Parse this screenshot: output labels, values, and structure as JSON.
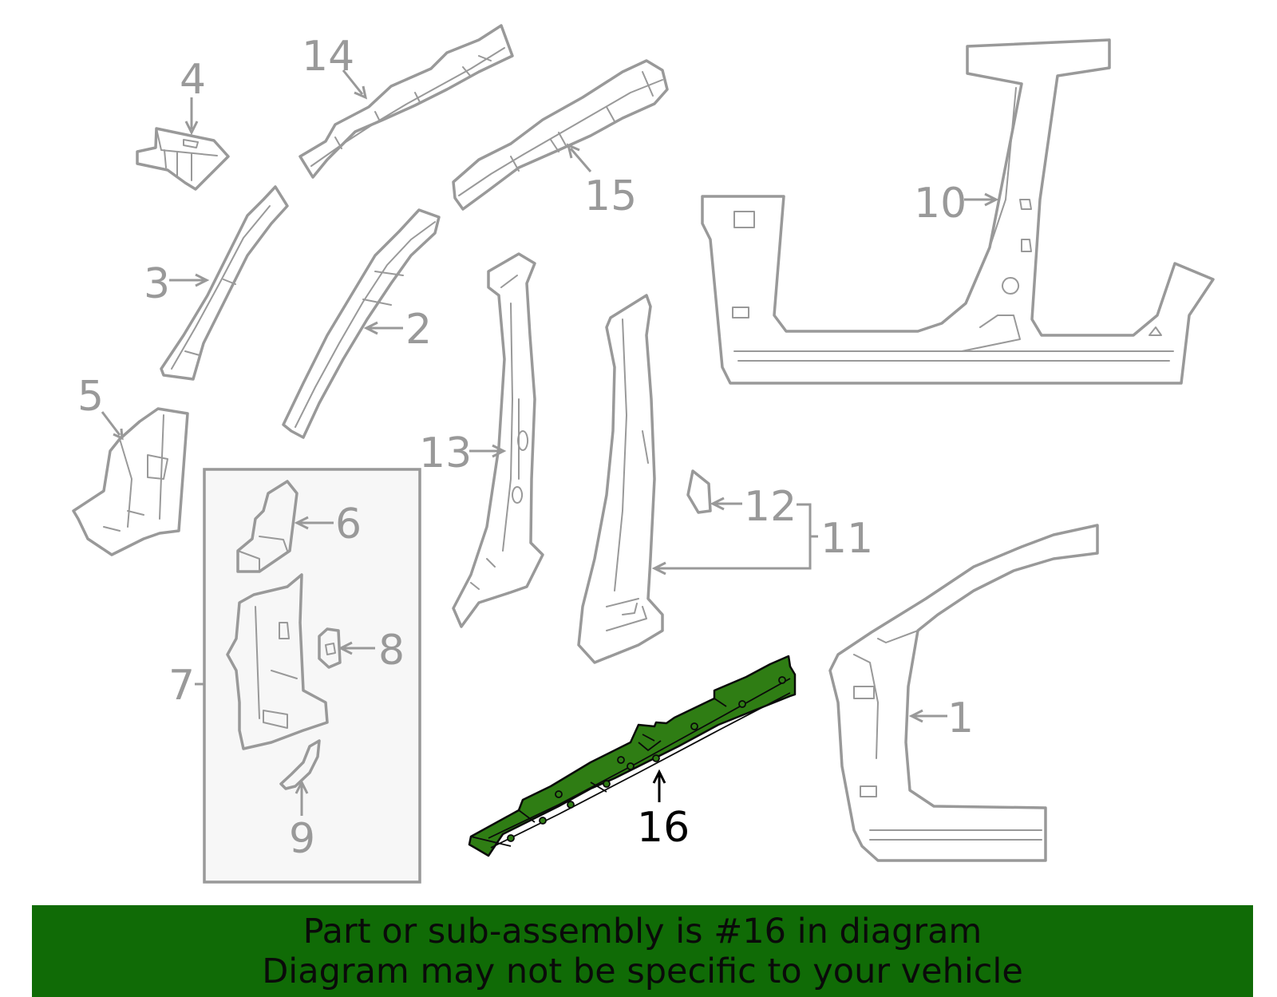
{
  "diagram": {
    "callouts": [
      {
        "id": "1",
        "label": "1"
      },
      {
        "id": "2",
        "label": "2"
      },
      {
        "id": "3",
        "label": "3"
      },
      {
        "id": "4",
        "label": "4"
      },
      {
        "id": "5",
        "label": "5"
      },
      {
        "id": "6",
        "label": "6"
      },
      {
        "id": "7",
        "label": "7"
      },
      {
        "id": "8",
        "label": "8"
      },
      {
        "id": "9",
        "label": "9"
      },
      {
        "id": "10",
        "label": "10"
      },
      {
        "id": "11",
        "label": "11"
      },
      {
        "id": "12",
        "label": "12"
      },
      {
        "id": "13",
        "label": "13"
      },
      {
        "id": "14",
        "label": "14"
      },
      {
        "id": "15",
        "label": "15"
      },
      {
        "id": "16",
        "label": "16"
      }
    ],
    "highlighted_part": "16",
    "colors": {
      "part_outline": "#999999",
      "highlight_fill": "#2f7d14",
      "banner": "#106b06",
      "group_box": "#f7f7f7"
    }
  },
  "banner": {
    "line1": "Part or sub-assembly is #16 in diagram",
    "line2": "Diagram may not be specific to your vehicle"
  }
}
